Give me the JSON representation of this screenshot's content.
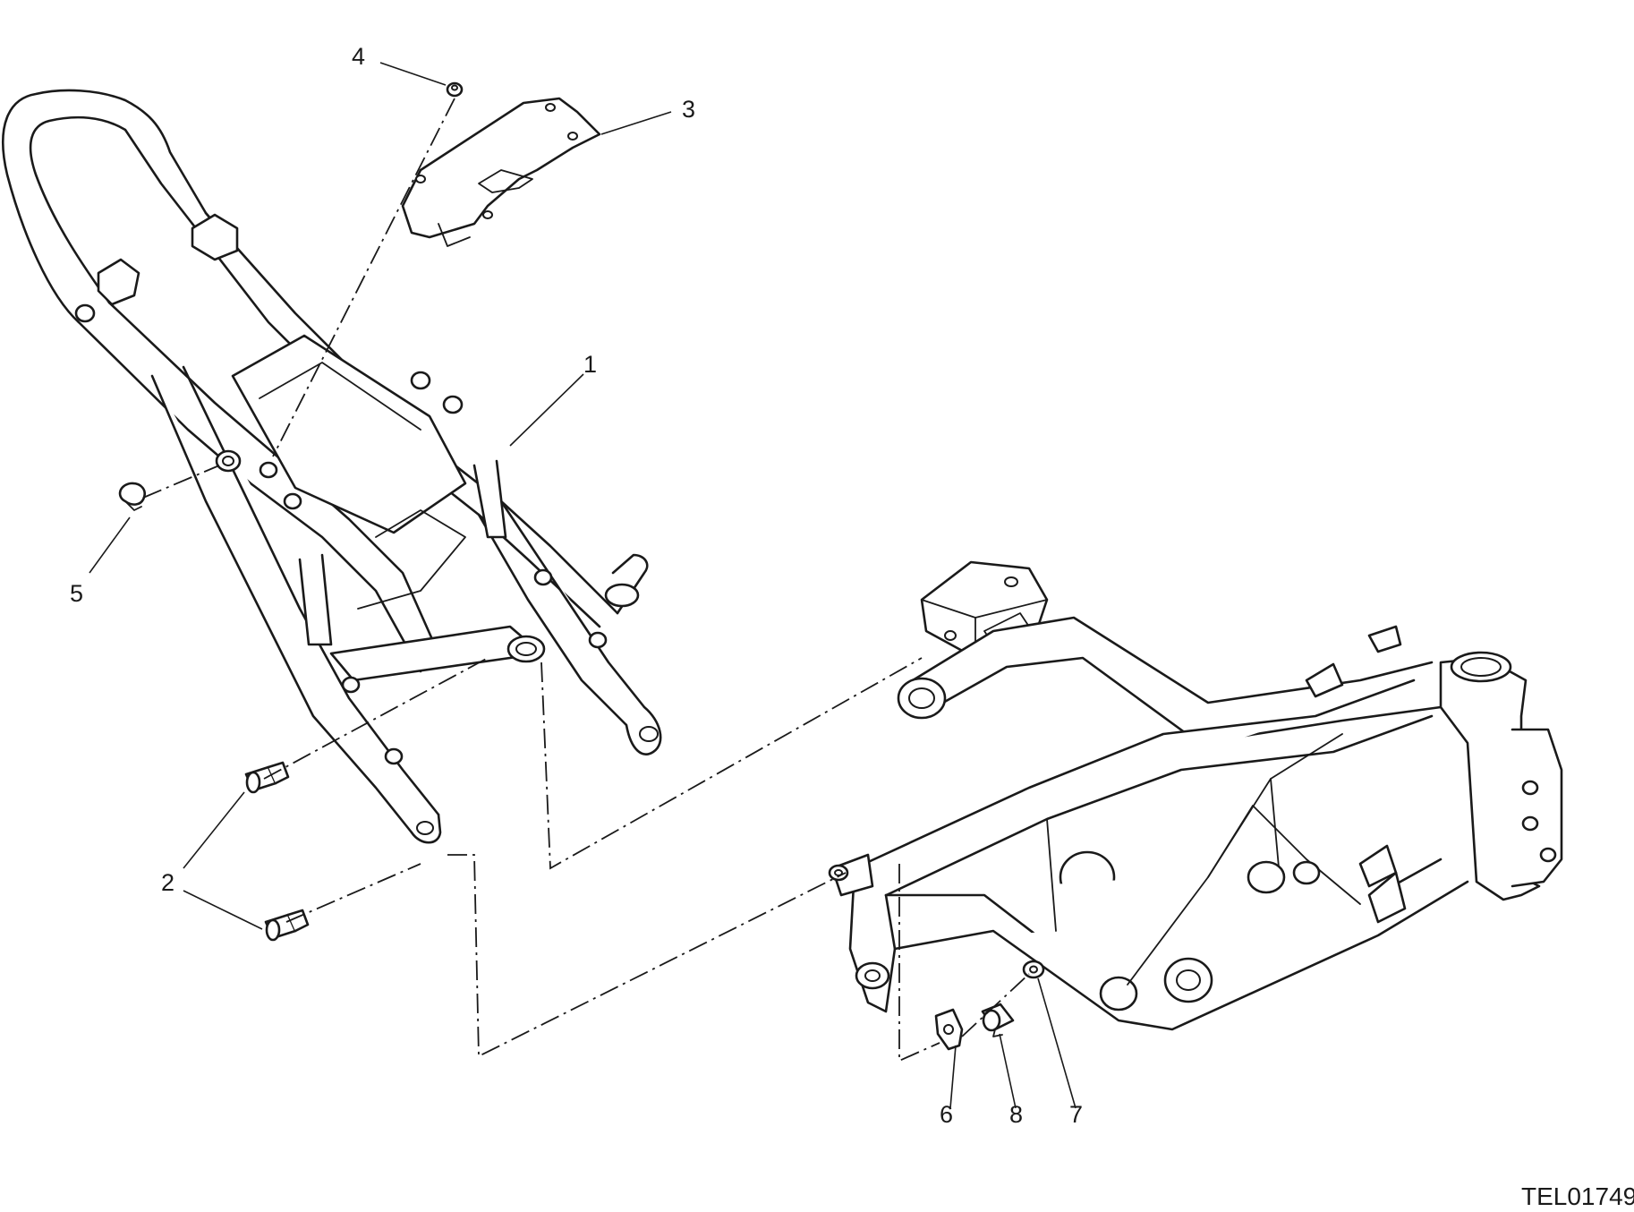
{
  "callouts": {
    "c1": "1",
    "c2": "2",
    "c3": "3",
    "c4": "4",
    "c5": "5",
    "c6": "6",
    "c7": "7",
    "c8": "8"
  },
  "drawing_code": "TEL01749"
}
